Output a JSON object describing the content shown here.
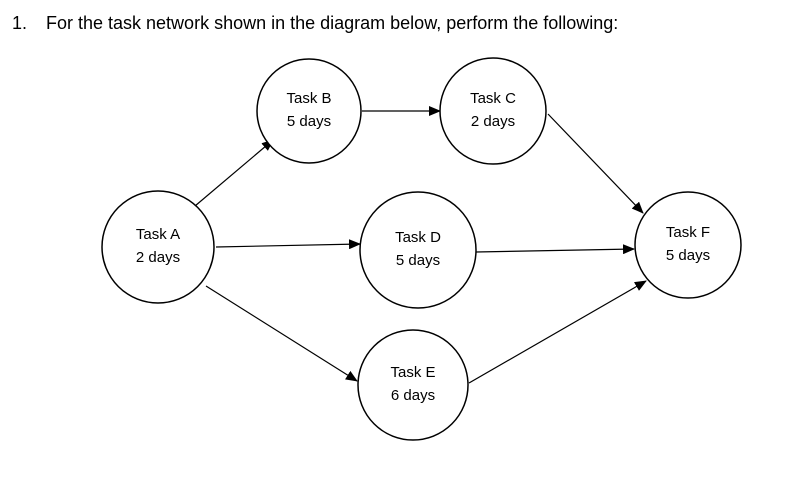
{
  "question": {
    "number": "1.",
    "text": "For the task network shown in the diagram below, perform the following:"
  },
  "nodes": [
    {
      "id": "A",
      "name": "Task A",
      "duration": "2 days"
    },
    {
      "id": "B",
      "name": "Task B",
      "duration": "5 days"
    },
    {
      "id": "C",
      "name": "Task C",
      "duration": "2 days"
    },
    {
      "id": "D",
      "name": "Task D",
      "duration": "5 days"
    },
    {
      "id": "E",
      "name": "Task E",
      "duration": "6 days"
    },
    {
      "id": "F",
      "name": "Task F",
      "duration": "5 days"
    }
  ],
  "edges": [
    {
      "from": "A",
      "to": "B"
    },
    {
      "from": "A",
      "to": "D"
    },
    {
      "from": "A",
      "to": "E"
    },
    {
      "from": "B",
      "to": "C"
    },
    {
      "from": "C",
      "to": "F"
    },
    {
      "from": "D",
      "to": "F"
    },
    {
      "from": "E",
      "to": "F"
    }
  ]
}
